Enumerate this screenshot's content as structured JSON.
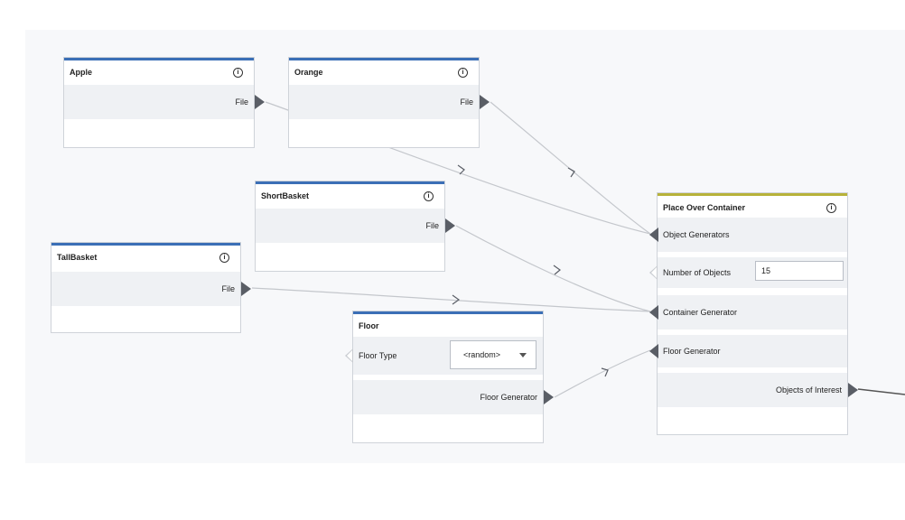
{
  "nodes": {
    "apple": {
      "title": "Apple",
      "output": "File"
    },
    "orange": {
      "title": "Orange",
      "output": "File"
    },
    "shortbasket": {
      "title": "ShortBasket",
      "output": "File"
    },
    "tallbasket": {
      "title": "TallBasket",
      "output": "File"
    },
    "floor": {
      "title": "Floor",
      "floor_type_label": "Floor Type",
      "floor_type_value": "<random>",
      "output": "Floor Generator"
    },
    "place_over_container": {
      "title": "Place Over Container",
      "object_generators": "Object Generators",
      "number_of_objects_label": "Number of Objects",
      "number_of_objects_value": "15",
      "container_generator": "Container Generator",
      "floor_generator": "Floor Generator",
      "objects_of_interest": "Objects of Interest"
    }
  },
  "info_glyph": "i",
  "colors": {
    "header_blue": "#3b6fb6",
    "header_yellow": "#b7b23a",
    "port": "#5a5e66",
    "wire": "#c4c7cc"
  }
}
